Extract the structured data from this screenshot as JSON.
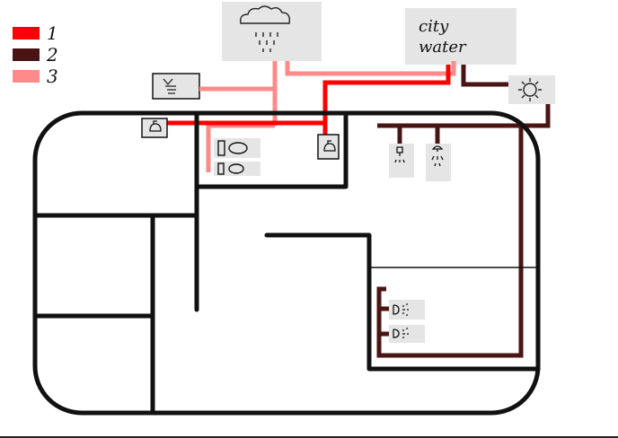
{
  "legend": {
    "items": [
      {
        "label": "1",
        "color": "#ff0000"
      },
      {
        "label": "2",
        "color": "#4a1414"
      },
      {
        "label": "3",
        "color": "#ff8a8a"
      }
    ]
  },
  "labels": {
    "city_water_line1": "city",
    "city_water_line2": "water"
  },
  "colors": {
    "wall": "#111111",
    "box_fill": "#e5e5e5",
    "pipe_1": "#ff0000",
    "pipe_2": "#4a1414",
    "pipe_3": "#ff8a8a"
  },
  "icons": [
    "rain-cloud-icon",
    "sun-icon",
    "rain-collector-icon",
    "tap-icon",
    "toilet-icon",
    "shower-icon",
    "sprinkler-icon"
  ]
}
